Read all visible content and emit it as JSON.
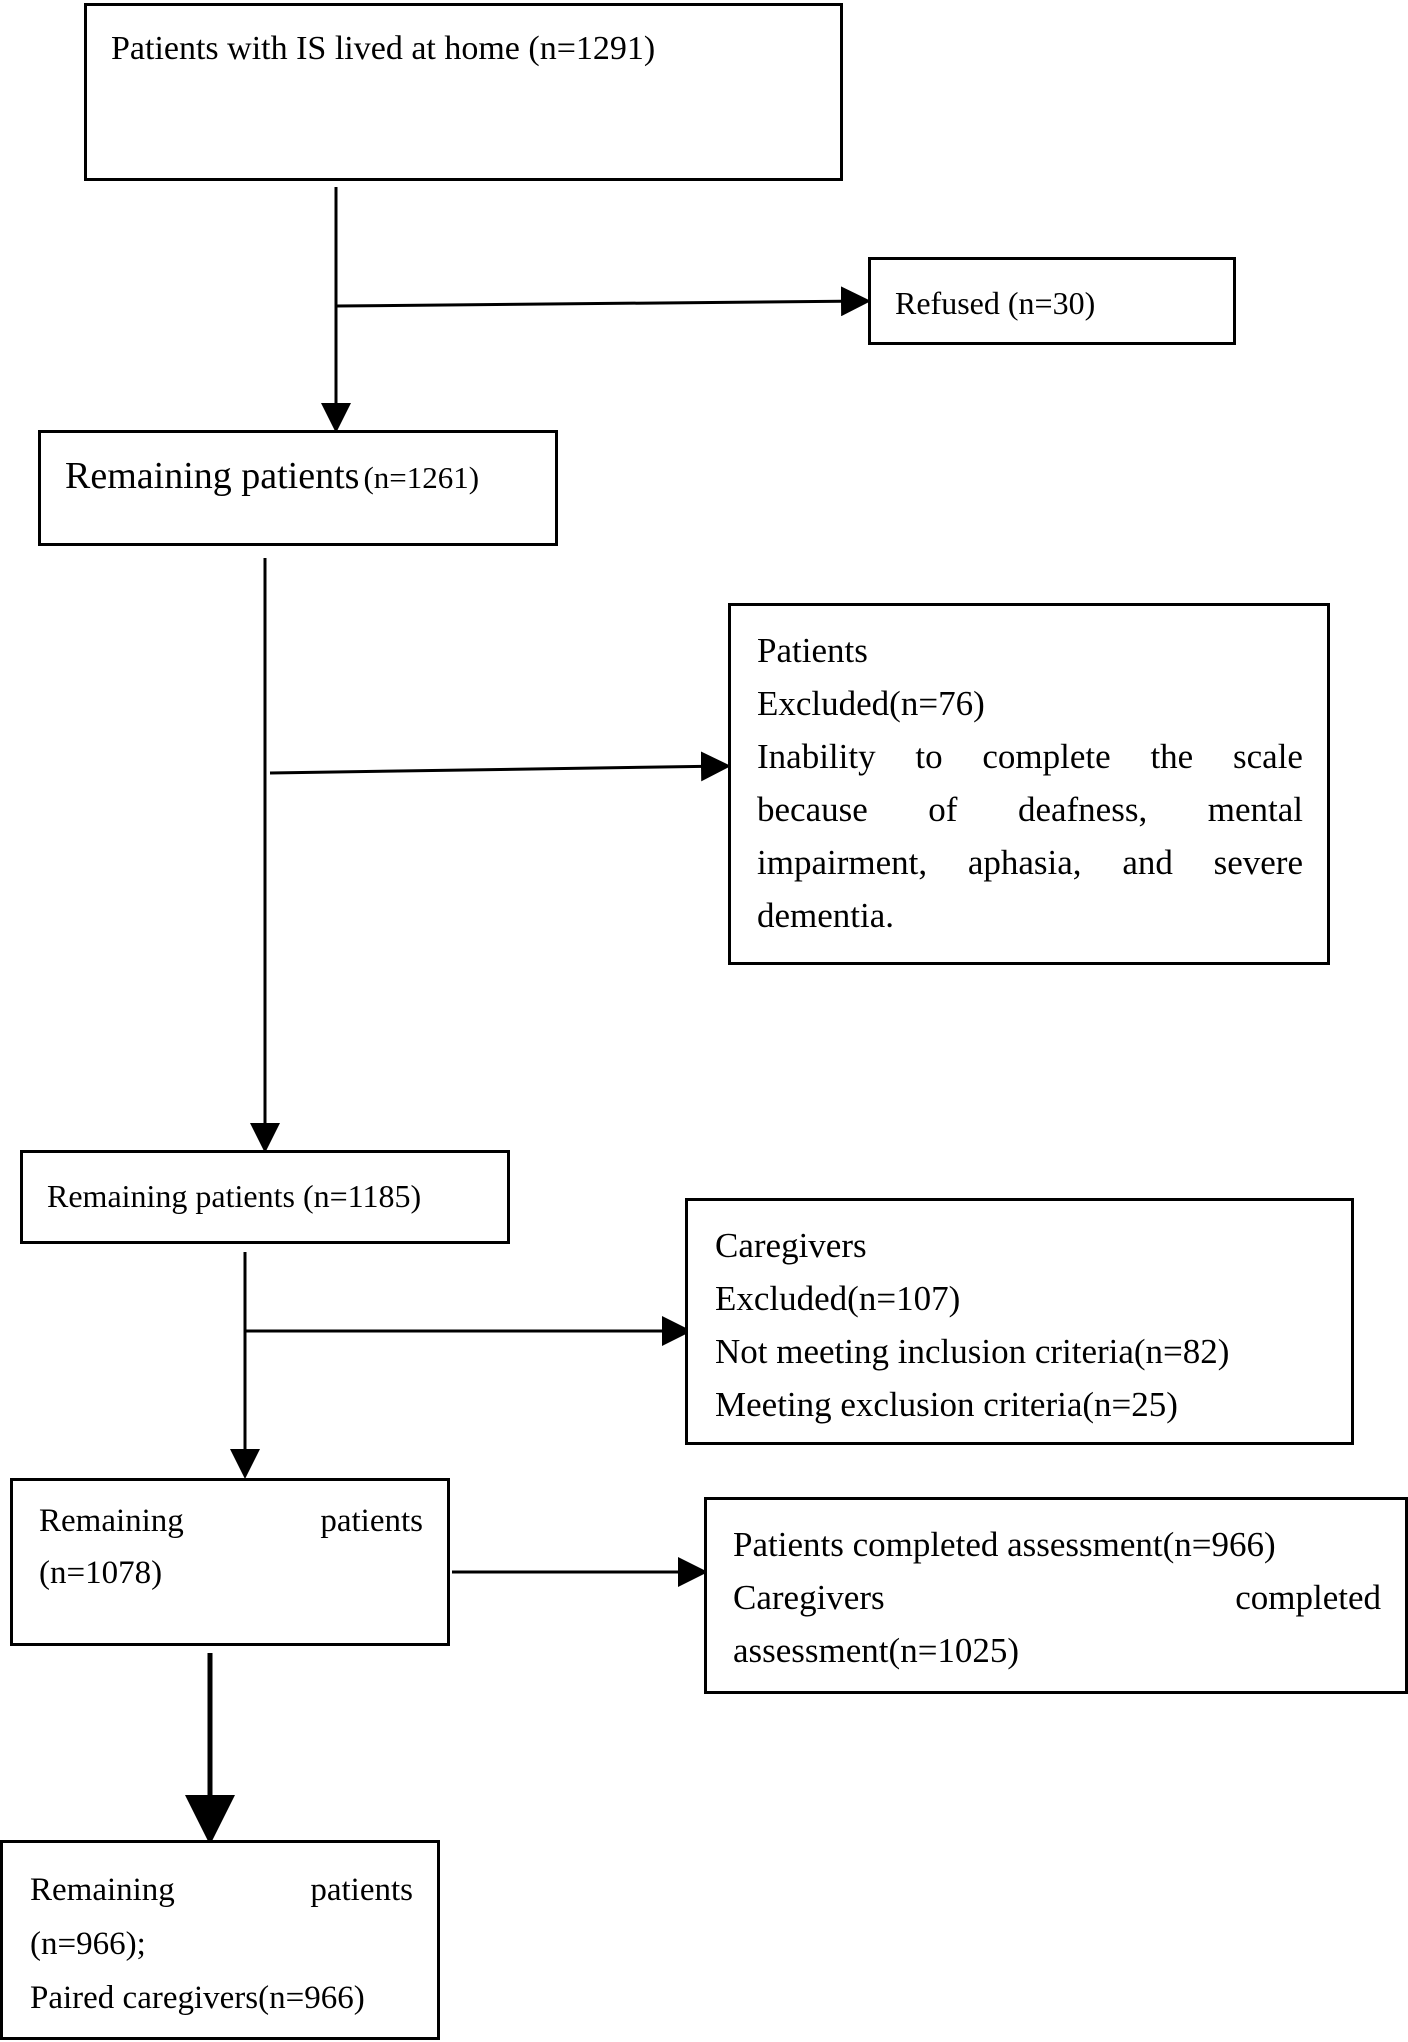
{
  "boxes": {
    "start": {
      "text": "Patients with IS lived at home (n=1291)"
    },
    "refused": {
      "text": "Refused (n=30)"
    },
    "remaining_1261": {
      "label": "Remaining patients",
      "count": "(n=1261)"
    },
    "patients_excluded": {
      "title": "Patients",
      "subtitle": "Excluded(n=76)",
      "lines": [
        [
          "Inability",
          "to",
          "complete",
          "the",
          "scale"
        ],
        [
          "because",
          "of",
          "deafness,",
          "mental"
        ],
        [
          "impairment,",
          "aphasia,",
          "and",
          "severe"
        ]
      ],
      "last_line": "dementia."
    },
    "remaining_1185": {
      "text": "Remaining patients (n=1185)"
    },
    "caregivers_excluded": {
      "lines": [
        "Caregivers",
        "Excluded(n=107)",
        "Not meeting inclusion criteria(n=82)",
        "Meeting exclusion criteria(n=25)"
      ]
    },
    "remaining_1078": {
      "word1": "Remaining",
      "word2": "patients",
      "count": "(n=1078)"
    },
    "completed": {
      "line1": "Patients completed assessment(n=966)",
      "line2_a": "Caregivers",
      "line2_b": "completed",
      "line3": "assessment(n=1025)"
    },
    "final": {
      "word1": "Remaining",
      "word2": "patients",
      "line2": "(n=966);",
      "line3": "Paired caregivers(n=966)"
    }
  }
}
